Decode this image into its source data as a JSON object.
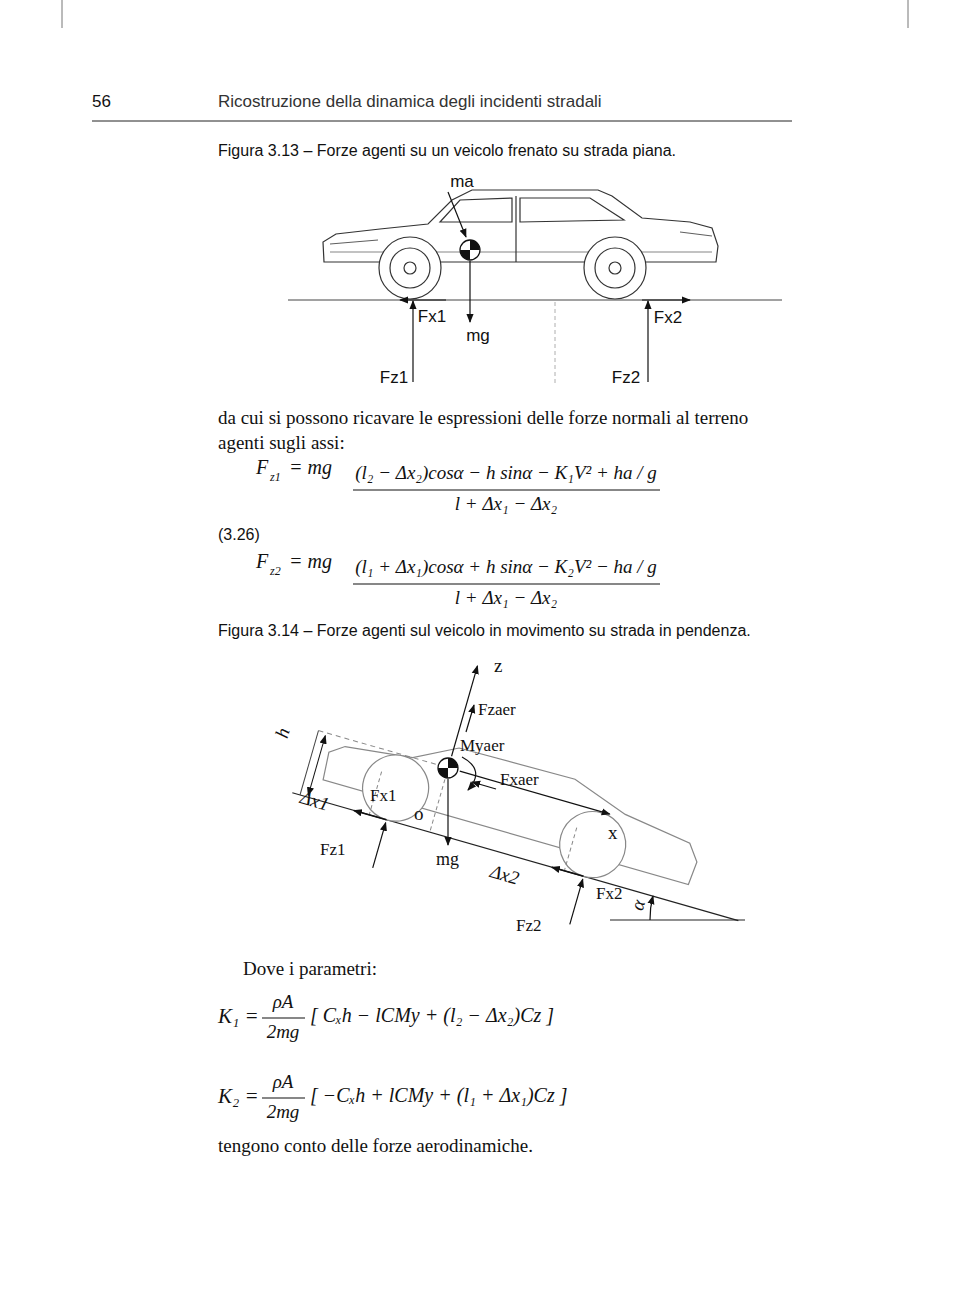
{
  "diagram": {
    "labels": [
      "56",
      "Ricostruzione della dinamica degli incidenti stradali",
      "Figura 3.13 – Forze agenti su un veicolo frenato su strada piana.",
      "ma",
      "Fx1",
      "mg",
      "Fx2",
      "Fz1",
      "Fz2",
      "da cui si possono ricavare le espressioni delle forze normali al terreno agenti sugli assi:",
      "F",
      "z1",
      "= mg",
      "(l₂ − Δx₂)cosα − h sinα − K₁V² + ha / g",
      "l + Δx₁ − Δx₂",
      "(3.26)",
      "F",
      "z2",
      "= mg",
      "(l₁ + Δx₁)cosα + h sinα − K₂V² − ha / g",
      "l + Δx₁ − Δx₂",
      "Figura 3.14 – Forze agenti sul veicolo in movimento su strada in pendenza.",
      "z",
      "Fzaer",
      "Myaer",
      "Fxaer",
      "h",
      "Δx1",
      "Fx1",
      "o",
      "x",
      "Fz1",
      "mg",
      "Δx2",
      "Fx2",
      "α",
      "Fz2",
      "Dove i parametri:",
      "K₁ =",
      "ρA",
      "2mg",
      "[ Cₓh − lCMy + (l₂ − Δx₂)Cz ]",
      "K₂ =",
      "ρA",
      "2mg",
      "[ −Cₓh + lCMy + (l₁ + Δx₁)Cz ]",
      "tengono conto delle forze aerodinamiche."
    ]
  }
}
